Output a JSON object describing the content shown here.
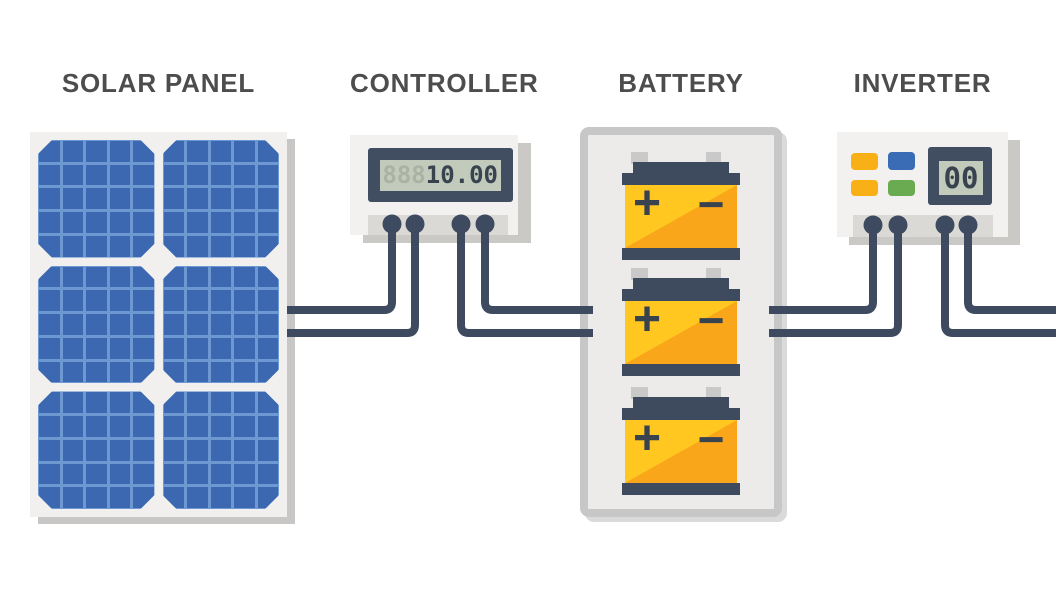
{
  "diagram": {
    "solar_panel": {
      "title": "SOLAR PANEL",
      "block_rows": 3,
      "block_cols": 2,
      "squares_per_block_side": 5,
      "cell_color": "#3b68b0",
      "grid_line_color": "#6d98d1"
    },
    "controller": {
      "title": "CONTROLLER",
      "display_ghost": "888",
      "display_value": "10.00",
      "terminal_count": 4
    },
    "battery": {
      "title": "BATTERY",
      "unit_count": 3,
      "plus_symbol": "+",
      "minus_symbol": "−",
      "body_color_light": "#ffc71f",
      "body_color_dark": "#f9a61b"
    },
    "inverter": {
      "title": "INVERTER",
      "display_value": "00",
      "terminal_count": 4,
      "button_colors": [
        "#f9b017",
        "#3a6cb5",
        "#f9b017",
        "#6aaa50"
      ]
    },
    "wire_color": "#3d4a5f",
    "accent_navy": "#3e4a5e",
    "title_color": "#4d4d4d",
    "lcd_background": "#c1cabb"
  }
}
